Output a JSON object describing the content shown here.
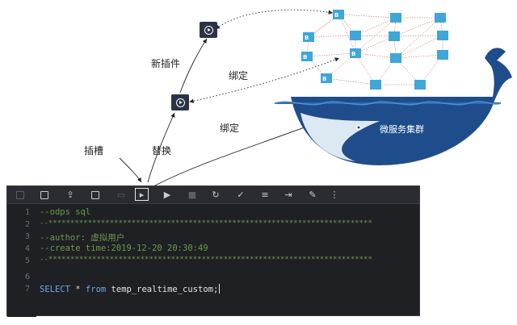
{
  "labels": {
    "new_plugin": "新插件",
    "bind_top": "绑定",
    "bind_bottom": "绑定",
    "slot": "插槽",
    "replace": "替换",
    "microservices": "微服务集群"
  },
  "icons": {
    "plugin": "play-circle-icon",
    "service_node": "cube-b-icon",
    "service_node_letter": "B",
    "whale": "docker-whale"
  },
  "editor": {
    "toolbar": [
      {
        "icon": "save-icon",
        "glyph": "▤",
        "dim": true
      },
      {
        "icon": "save-as-icon",
        "glyph": "▤"
      },
      {
        "icon": "upload-icon",
        "glyph": "⇪"
      },
      {
        "icon": "settings-doc-icon",
        "glyph": "⚙"
      },
      {
        "icon": "lock-icon",
        "glyph": "▭",
        "dim": true
      },
      {
        "icon": "run-plugin-icon",
        "glyph": "▶",
        "selected": true
      },
      {
        "icon": "play-icon",
        "glyph": "▶"
      },
      {
        "icon": "stop-icon",
        "glyph": "■",
        "dim": true
      },
      {
        "icon": "refresh-icon",
        "glyph": "↻"
      },
      {
        "icon": "check-icon",
        "glyph": "✓"
      },
      {
        "icon": "list-icon",
        "glyph": "≡"
      },
      {
        "icon": "export-icon",
        "glyph": "⇥"
      },
      {
        "icon": "tools-icon",
        "glyph": "✎"
      },
      {
        "icon": "more-icon",
        "glyph": "⋮"
      }
    ],
    "line_numbers": [
      "1",
      "2",
      "3",
      "4",
      "5",
      "6",
      "7"
    ],
    "lines": [
      "--odps sql",
      "--**************************************************************************",
      "--author: 虚拟用户",
      "--create time:2019-12-20 20:30:49",
      "--**************************************************************************",
      "",
      ""
    ],
    "sql": {
      "select": "SELECT",
      "star": "*",
      "from": "from",
      "table": "temp_realtime_custom;"
    }
  },
  "colors": {
    "editor_bg": "#1f2024",
    "toolbar_bg": "#2b2c31",
    "comment": "#6a9b4b",
    "keyword": "#6fa6e8",
    "whale_blue": "#1f4d8c",
    "cube_blue": "#3fa6d8",
    "plugin_bg": "#2b3346"
  }
}
